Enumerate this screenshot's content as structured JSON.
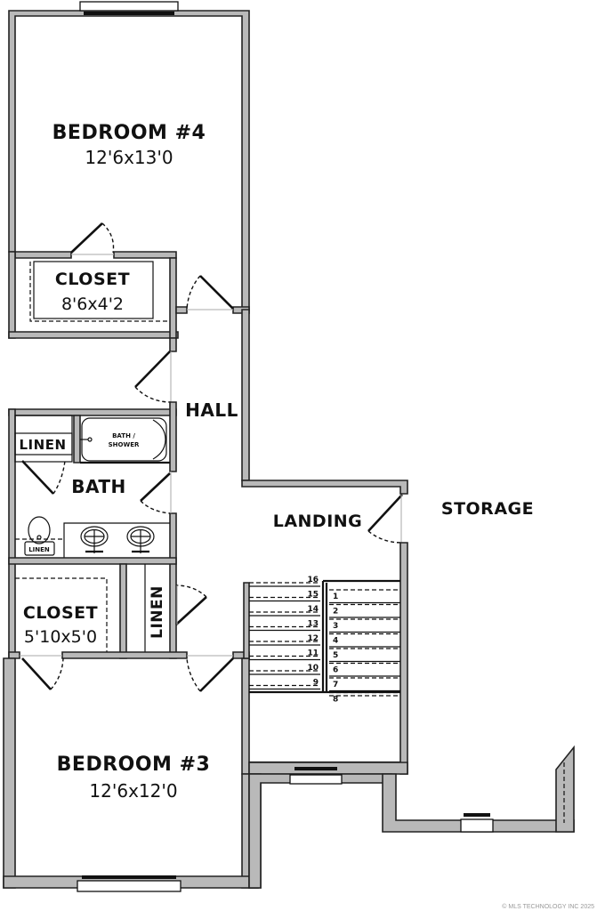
{
  "plan": {
    "rooms": {
      "bedroom4": {
        "name": "BEDROOM #4",
        "size": "12'6x13'0"
      },
      "closet4": {
        "name": "CLOSET",
        "size": "8'6x4'2"
      },
      "hall": {
        "name": "HALL"
      },
      "linen_bath": {
        "name": "LINEN"
      },
      "tub": {
        "line1": "BATH /",
        "line2": "SHOWER"
      },
      "bath": {
        "name": "BATH"
      },
      "linen_small": {
        "name": "LINEN"
      },
      "closet3": {
        "name": "CLOSET",
        "size": "5'10x5'0"
      },
      "linen_vertical": {
        "name": "LINEN"
      },
      "landing": {
        "name": "LANDING"
      },
      "storage": {
        "name": "STORAGE"
      },
      "bedroom3": {
        "name": "BEDROOM #3",
        "size": "12'6x12'0"
      }
    },
    "stairs": {
      "left_flight": [
        "16",
        "15",
        "14",
        "13",
        "12",
        "11",
        "10",
        "9"
      ],
      "right_flight": [
        "1",
        "2",
        "3",
        "4",
        "5",
        "6",
        "7",
        "8"
      ]
    },
    "copyright": "© MLS TECHNOLOGY INC 2025"
  },
  "colors": {
    "wall_fill": "#b9b9b9",
    "line": "#111111",
    "background": "#ffffff"
  }
}
